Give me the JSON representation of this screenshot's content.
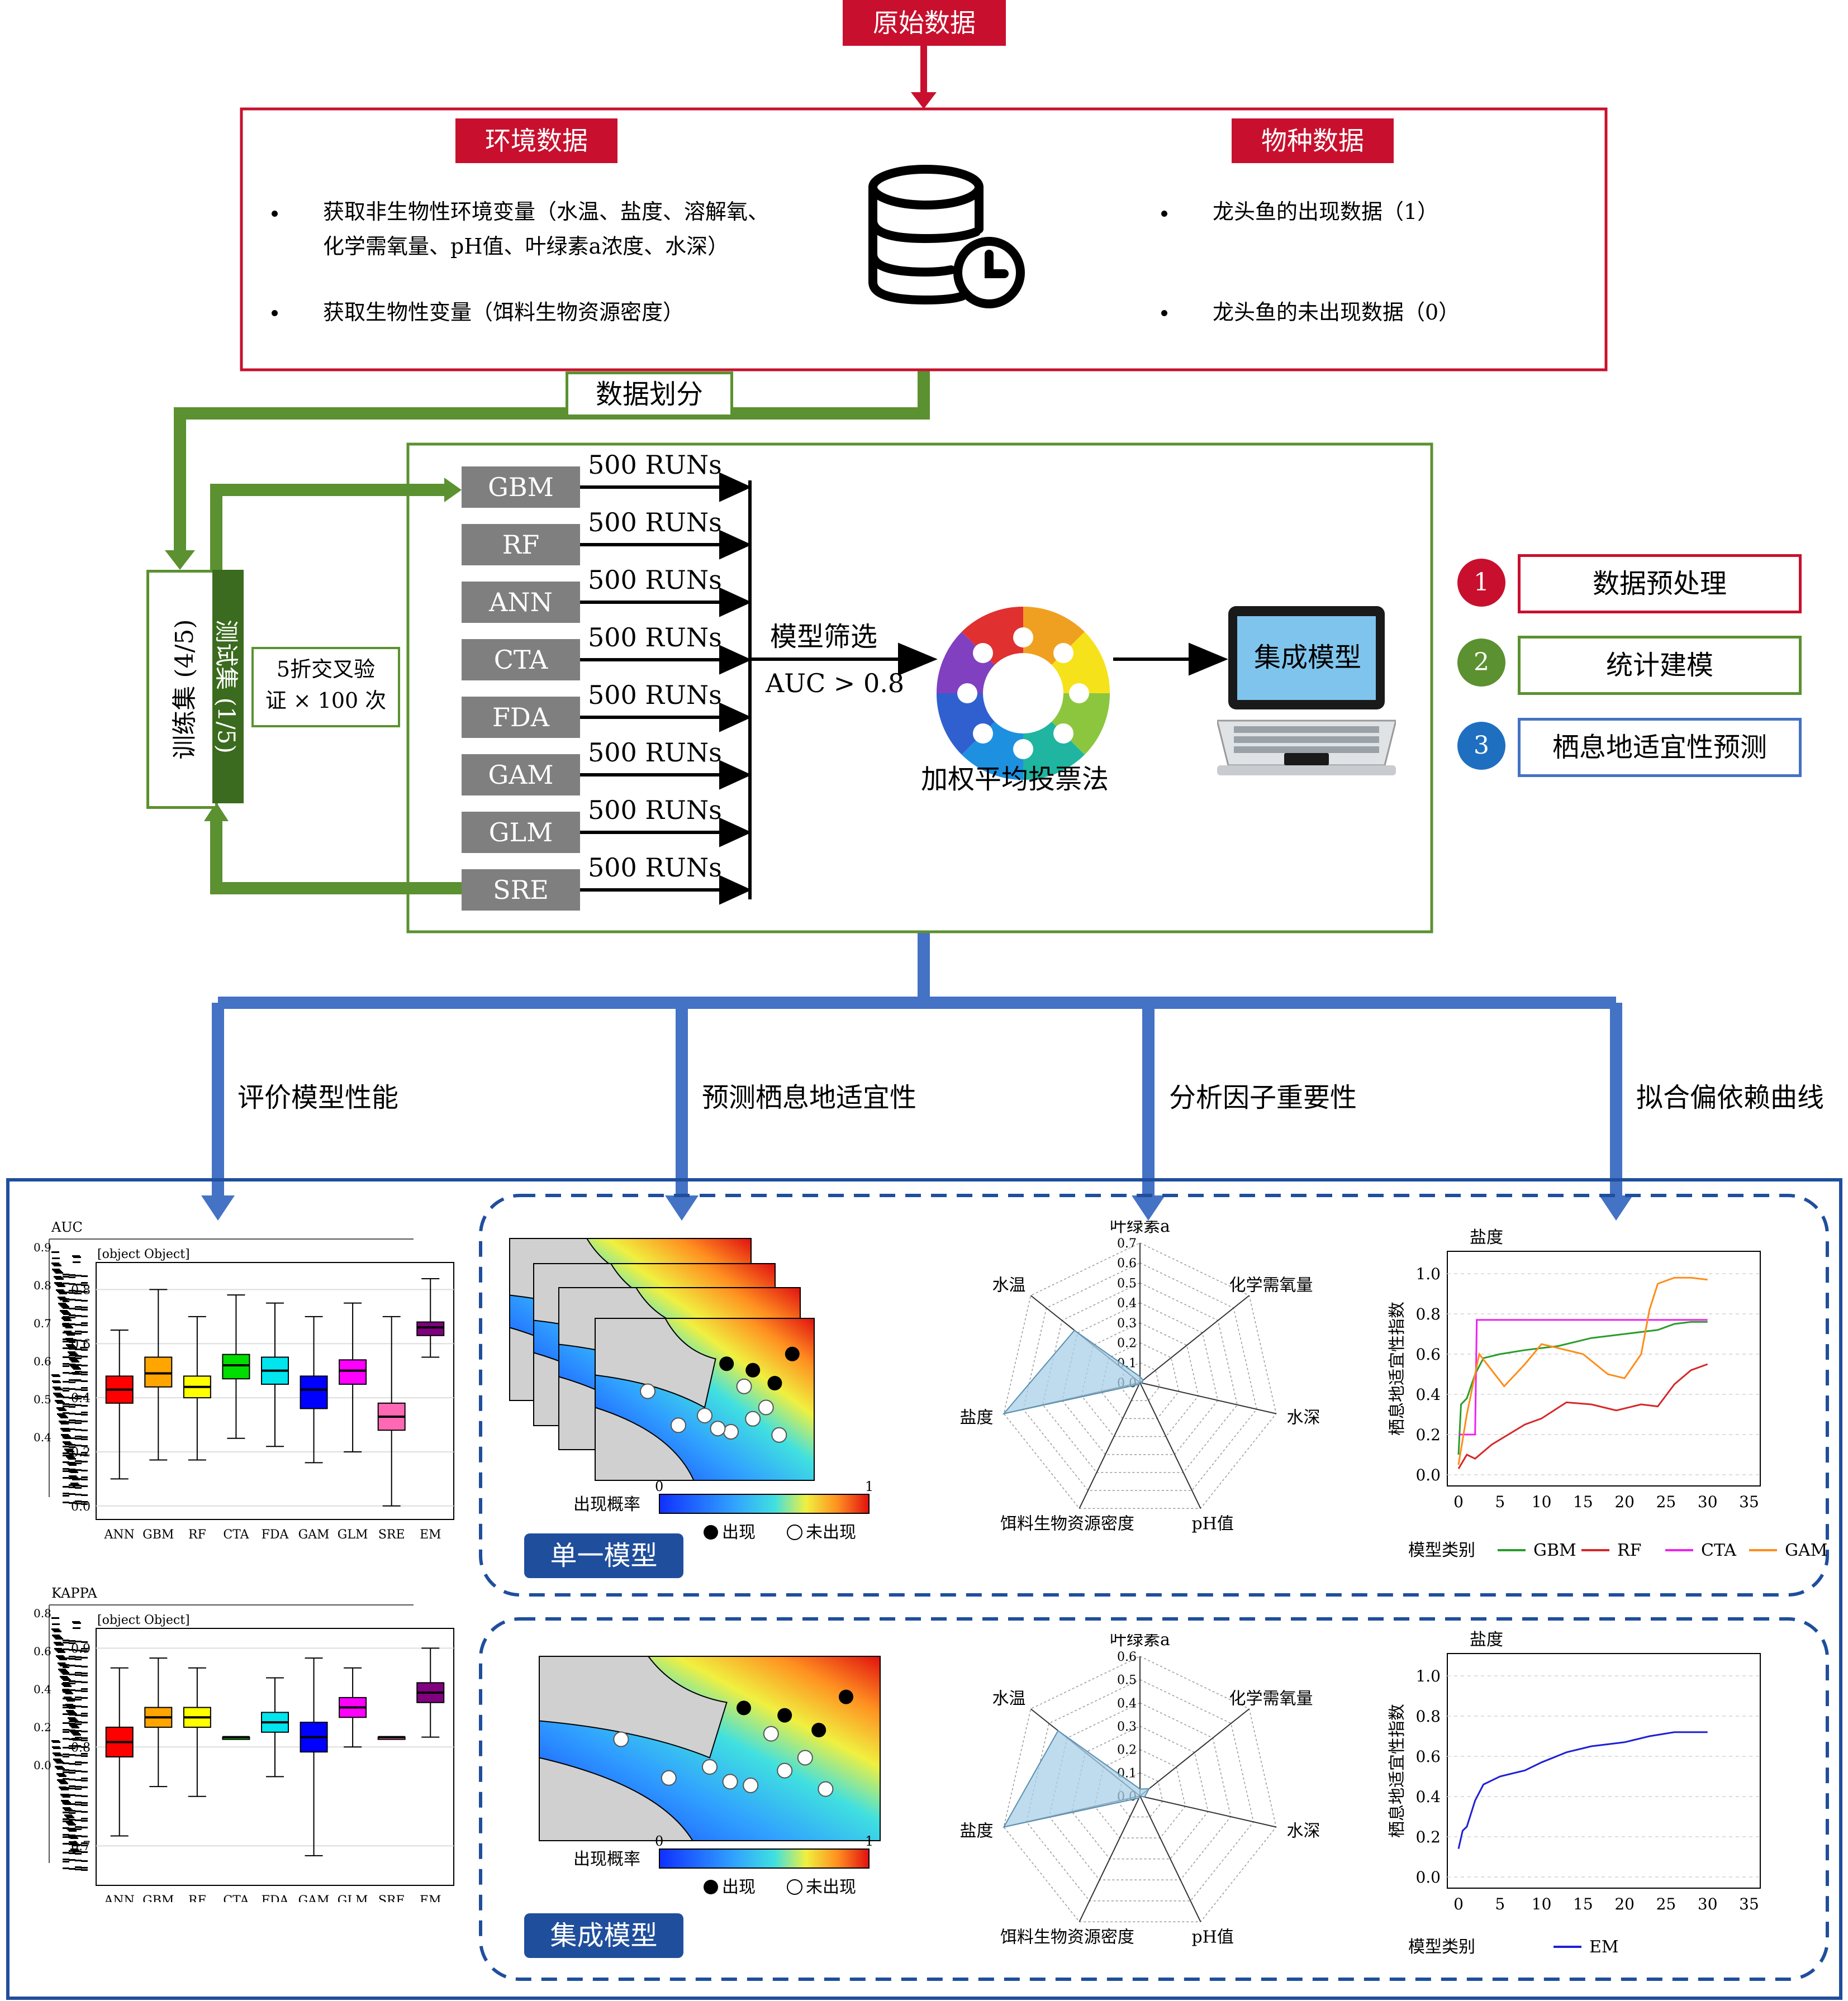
{
  "top": {
    "raw_data": "原始数据"
  },
  "env": {
    "title": "环境数据",
    "bullet1_line1": "获取非生物性环境变量（水温、盐度、溶解氧、",
    "bullet1_line2": "化学需氧量、pH值、叶绿素a浓度、水深）",
    "bullet2": "获取生物性变量（饵料生物资源密度）"
  },
  "species": {
    "title": "物种数据",
    "bullet1": "龙头鱼的出现数据（1）",
    "bullet2": "龙头鱼的未出现数据（0）"
  },
  "split": {
    "label": "数据划分",
    "train": "训练集 (4/5)",
    "test": "测试集 (1/5)",
    "cv_line1": "5折交叉验",
    "cv_line2": "证 × 100 次"
  },
  "models": [
    "GBM",
    "RF",
    "ANN",
    "CTA",
    "FDA",
    "GAM",
    "GLM",
    "SRE"
  ],
  "runs_label": "500 RUNs",
  "filter": {
    "title": "模型筛选",
    "criterion": "AUC > 0.8"
  },
  "ensemble": {
    "method": "加权平均投票法",
    "model": "集成模型"
  },
  "legend": [
    {
      "num": "1",
      "label": "数据预处理",
      "color": "#c8102e"
    },
    {
      "num": "2",
      "label": "统计建模",
      "color": "#5b9130"
    },
    {
      "num": "3",
      "label": "栖息地适宜性预测",
      "color": "#1f6fc0"
    }
  ],
  "branches": [
    "评价模型性能",
    "预测栖息地适宜性",
    "分析因子重要性",
    "拟合偏依赖曲线"
  ],
  "panel": {
    "single_model": "单一模型",
    "ensemble_model": "集成模型",
    "prob_label": "出现概率",
    "prob_min": "0",
    "prob_max": "1",
    "present": "出现",
    "absent": "未出现"
  },
  "boxplots": {
    "auc": "AUC",
    "tss": {
      "med": [
        0.43,
        0.49,
        0.44,
        0.52,
        0.5,
        0.43,
        0.5,
        0.33,
        0.66
      ],
      "q1": [
        0.38,
        0.44,
        0.4,
        0.47,
        0.45,
        0.36,
        0.45,
        0.28,
        0.63
      ],
      "q3": [
        0.48,
        0.55,
        0.48,
        0.56,
        0.55,
        0.48,
        0.54,
        0.38,
        0.68
      ],
      "lo": [
        0.1,
        0.17,
        0.17,
        0.25,
        0.22,
        0.16,
        0.2,
        0.0,
        0.55
      ],
      "hi": [
        0.65,
        0.8,
        0.7,
        0.78,
        0.75,
        0.7,
        0.75,
        0.7,
        0.84
      ]
    },
    "kappa": "KAPPA",
    "oa": {
      "med": [
        0.805,
        0.83,
        0.83,
        0.81,
        0.825,
        0.81,
        0.84,
        0.81,
        0.855
      ],
      "q1": [
        0.79,
        0.82,
        0.82,
        0.81,
        0.815,
        0.795,
        0.83,
        0.81,
        0.845
      ],
      "q3": [
        0.82,
        0.84,
        0.84,
        0.81,
        0.835,
        0.825,
        0.85,
        0.81,
        0.865
      ],
      "lo": [
        0.71,
        0.76,
        0.75,
        0.81,
        0.77,
        0.69,
        0.8,
        0.81,
        0.81
      ],
      "hi": [
        0.88,
        0.89,
        0.88,
        0.81,
        0.87,
        0.89,
        0.88,
        0.81,
        0.9
      ]
    },
    "categories": [
      "ANN",
      "GBM",
      "RF",
      "CTA",
      "FDA",
      "GAM",
      "GLM",
      "SRE",
      "EM"
    ],
    "colors": [
      "#ff0000",
      "#ffa500",
      "#ffff00",
      "#00dd00",
      "#00e5ee",
      "#0000ff",
      "#ff00ff",
      "#ff69b4",
      "#800080"
    ],
    "tss_ticks": [
      "0.8",
      "0.6",
      "0.4",
      "0.2",
      "0.0"
    ],
    "auc_ticks": [
      "0.9",
      "0.8",
      "0.7",
      "0.6",
      "0.5",
      "0.4"
    ],
    "oa_ticks": [
      "0.9",
      "0.8",
      "0.7"
    ],
    "kappa_ticks": [
      "0.8",
      "0.6",
      "0.4",
      "0.2",
      "0.0"
    ]
  },
  "radar": {
    "axes": [
      "叶绿素a",
      "化学需氧量",
      "水深",
      "pH值",
      "饵料生物资源密度",
      "盐度",
      "水温"
    ],
    "ticks_top": [
      "0.7",
      "0.6",
      "0.5",
      "0.4",
      "0.3",
      "0.2",
      "0.1",
      "0.0"
    ],
    "ticks_bottom": [
      "0.6",
      "0.5",
      "0.4",
      "0.3",
      "0.2",
      "0.1",
      "0.0"
    ],
    "values_top": [
      0.03,
      0.02,
      0.01,
      0.0,
      0.01,
      0.7,
      0.42
    ],
    "values_bottom": [
      0.03,
      0.05,
      0.02,
      0.0,
      0.01,
      0.6,
      0.45
    ]
  },
  "curves": {
    "title": "盐度",
    "ylabel": "栖息地适宜性指数",
    "legend_title": "模型类别",
    "x_ticks": [
      "0",
      "5",
      "10",
      "15",
      "20",
      "25",
      "30",
      "35"
    ],
    "y_ticks": [
      "1.0",
      "0.8",
      "0.6",
      "0.4",
      "0.2",
      "0.0"
    ],
    "top_series": [
      {
        "name": "GBM",
        "color": "#2a9d2a"
      },
      {
        "name": "RF",
        "color": "#d62728"
      },
      {
        "name": "CTA",
        "color": "#ee22ee"
      },
      {
        "name": "GAM",
        "color": "#ff8c1a"
      }
    ],
    "bottom_series": [
      {
        "name": "EM",
        "color": "#1f1fd6"
      }
    ]
  }
}
